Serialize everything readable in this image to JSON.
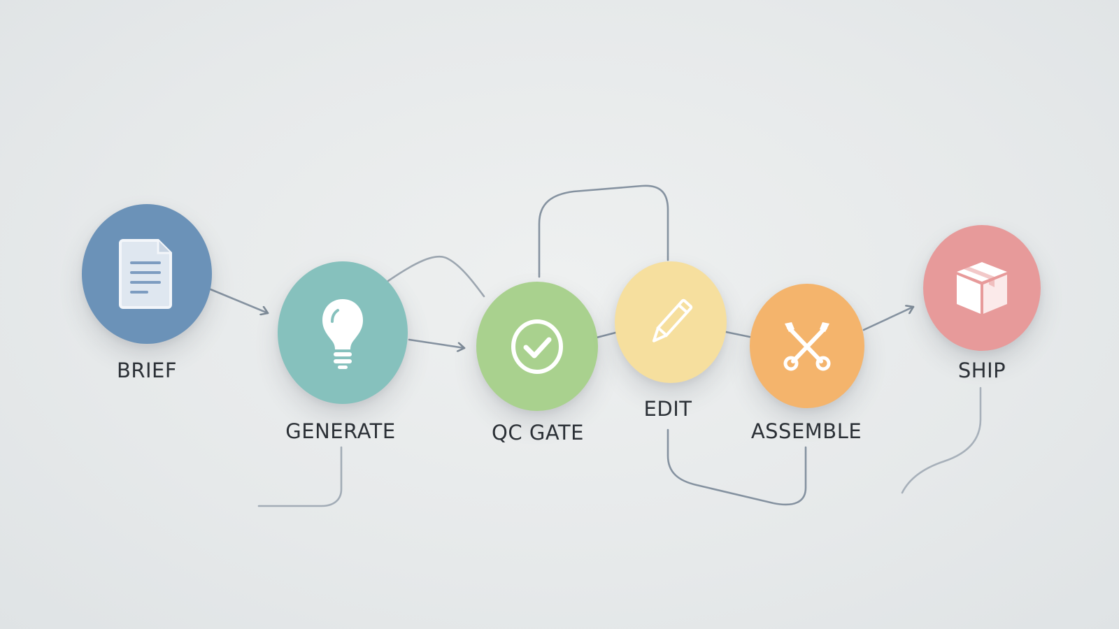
{
  "steps": [
    {
      "id": "brief",
      "label": "BRIEF",
      "color": "#6b92b8",
      "icon": "document-icon"
    },
    {
      "id": "generate",
      "label": "GENERATE",
      "color": "#86c1bd",
      "icon": "lightbulb-icon"
    },
    {
      "id": "qc",
      "label": "QC GATE",
      "color": "#a9d18e",
      "icon": "check-circle-icon"
    },
    {
      "id": "edit",
      "label": "EDIT",
      "color": "#f6df9e",
      "icon": "pencil-icon"
    },
    {
      "id": "assemble",
      "label": "ASSEMBLE",
      "color": "#f4b46c",
      "icon": "tools-icon"
    },
    {
      "id": "ship",
      "label": "SHIP",
      "color": "#e79a9a",
      "icon": "box-icon"
    }
  ],
  "connector_color": "#7d8a96"
}
